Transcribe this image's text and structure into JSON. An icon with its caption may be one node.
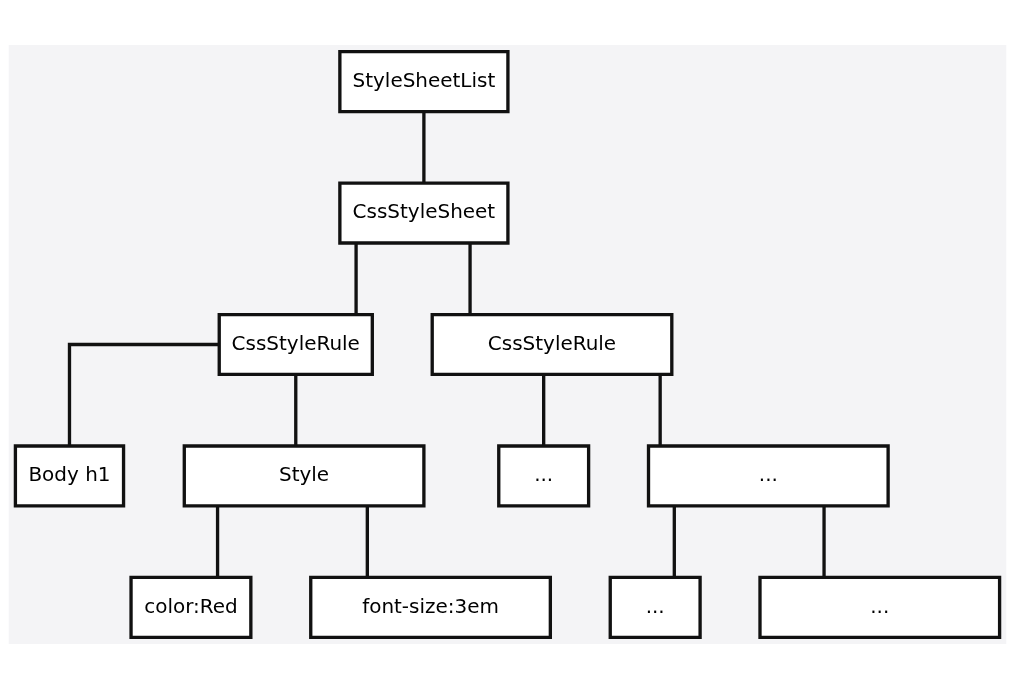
{
  "diagram": {
    "nodes": [
      {
        "text": [
          "StyleSheetList"
        ]
      },
      {
        "text": [
          "CssStyleSheet"
        ]
      },
      {
        "text": [
          "CssStyleRule"
        ]
      },
      {
        "text": [
          "CssStyleRule"
        ]
      },
      {
        "text": [
          "Body h1"
        ]
      },
      {
        "text": [
          "Style"
        ]
      },
      {
        "text": [
          "..."
        ]
      },
      {
        "text": [
          "..."
        ]
      },
      {
        "text": [
          "color:Red"
        ]
      },
      {
        "text": [
          "font-size:3em"
        ]
      },
      {
        "text": [
          "..."
        ]
      },
      {
        "text": [
          "..."
        ]
      }
    ],
    "edges": [
      {
        "from": 0,
        "to": 1,
        "arrow": "none"
      },
      {
        "from": 1,
        "to": 2,
        "arrow": "none"
      },
      {
        "from": 1,
        "to": 3,
        "arrow": "none"
      },
      {
        "from": 2,
        "to": 4,
        "arrow": "none"
      },
      {
        "from": 2,
        "to": 5,
        "arrow": "none"
      },
      {
        "from": 3,
        "to": 6,
        "arrow": "none"
      },
      {
        "from": 3,
        "to": 7,
        "arrow": "none"
      },
      {
        "from": 5,
        "to": 8,
        "arrow": "none"
      },
      {
        "from": 5,
        "to": 9,
        "arrow": "none"
      },
      {
        "from": 7,
        "to": 10,
        "arrow": "none"
      },
      {
        "from": 7,
        "to": 11,
        "arrow": "none"
      }
    ]
  }
}
